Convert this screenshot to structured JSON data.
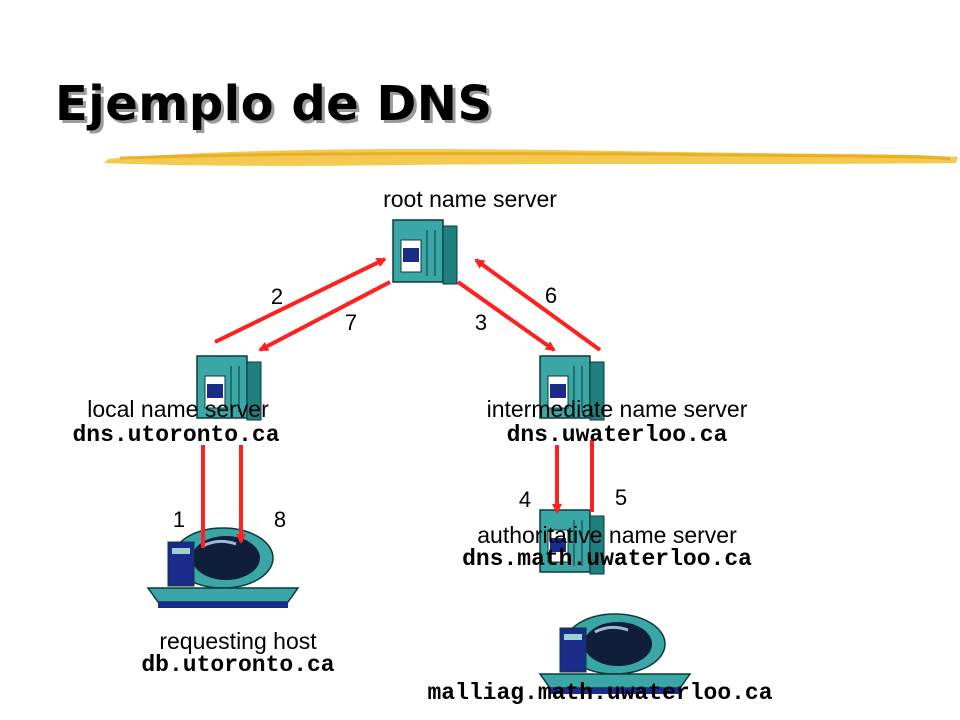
{
  "slide": {
    "title": "Ejemplo de DNS"
  },
  "nodes": {
    "root": {
      "label": "root name server"
    },
    "local": {
      "label": "local name server",
      "host": "dns.utoronto.ca"
    },
    "intermediate": {
      "label": "intermediate name server",
      "host": "dns.uwaterloo.ca"
    },
    "authoritative": {
      "label": "authoritative name server",
      "host": "dns.math.uwaterloo.ca"
    },
    "requesting": {
      "label": "requesting host",
      "host": "db.utoronto.ca"
    },
    "target": {
      "host": "malliag.math.uwaterloo.ca"
    }
  },
  "steps": [
    "1",
    "2",
    "3",
    "4",
    "5",
    "6",
    "7",
    "8"
  ],
  "colors": {
    "arrow": "#ff2020",
    "server_teal": "#3aa6a6",
    "server_blue": "#1b2b8a",
    "highlight": "#f2c43c"
  }
}
